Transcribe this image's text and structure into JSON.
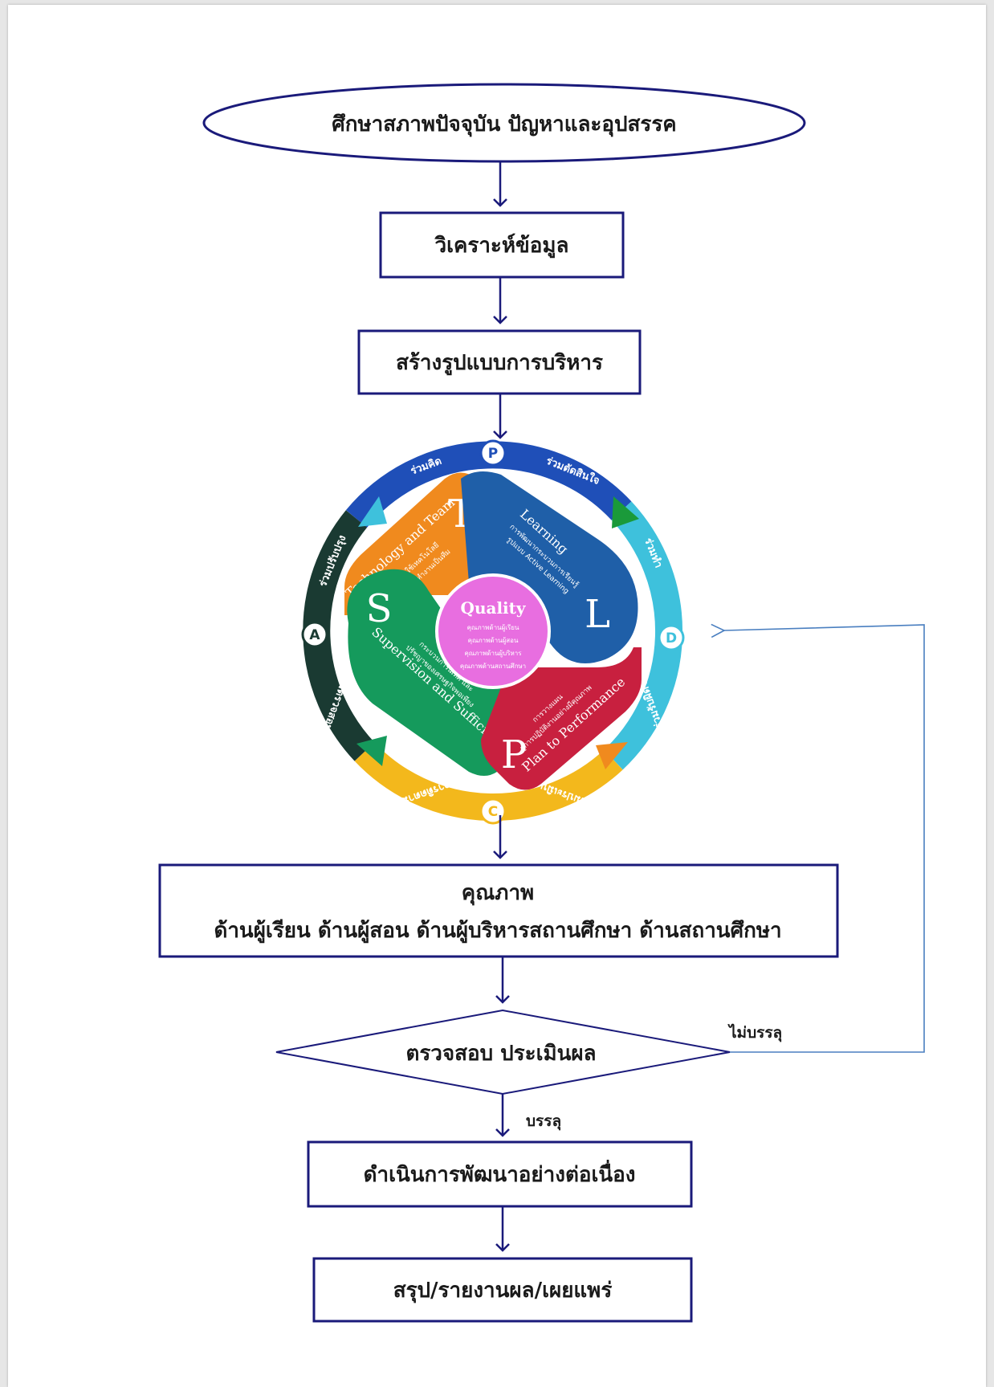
{
  "steps": {
    "start": "ศึกษาสภาพปัจจุบัน ปัญหาและอุปสรรค",
    "analyze": "วิเคราะห์ข้อมูล",
    "build_model": "สร้างรูปแบบการบริหาร",
    "quality_title": "คุณภาพ",
    "quality_detail": "ด้านผู้เรียน  ด้านผู้สอน  ด้านผู้บริหารสถานศึกษา  ด้านสถานศึกษา",
    "evaluate": "ตรวจสอบ ประเมินผล",
    "develop": "ดำเนินการพัฒนาอย่างต่อเนื่อง",
    "report": "สรุป/รายงานผล/เผยแพร่"
  },
  "branches": {
    "fail": "ไม่บรรลุ",
    "pass": "บรรลุ"
  },
  "model": {
    "badges": {
      "p": "P",
      "d": "D",
      "c": "C",
      "a": "A"
    },
    "ring": {
      "think": "ร่วมคิด",
      "decide": "ร่วมตัดสินใจ",
      "do": "ร่วมทำ",
      "benefit": "ร่วมรับผิดชอบ",
      "evaluate": "ร่วมประเมิน",
      "monitor": "การติดตามผล",
      "improve": "ร่วมปรับปรุง",
      "check": "ร่วมตรวจสอบ"
    },
    "petals": {
      "t": {
        "letter": "T",
        "title": "Technology and Team",
        "sub1": "การใช้เทคโนโลยี",
        "sub2": "ในการทำงานเป็นทีม"
      },
      "l": {
        "letter": "L",
        "title": "Learning",
        "sub1": "การพัฒนากระบวนการเรียนรู้",
        "sub2": "รูปแบบ Active Learning"
      },
      "s": {
        "letter": "S",
        "title": "Supervision and Sufficiency",
        "sub1": "กระบวนการนิเทศ และ",
        "sub2": "ปรัชญาของเศรษฐกิจพอเพียง"
      },
      "p": {
        "letter": "P",
        "title": "Plan to Performance",
        "sub1": "การวางแผน",
        "sub2": "สู่การปฏิบัติงานอย่างมีคุณภาพ"
      }
    },
    "center": {
      "title": "Quality",
      "lines": [
        "คุณภาพด้านผู้เรียน",
        "คุณภาพด้านผู้สอน",
        "คุณภาพด้านผู้บริหาร",
        "คุณภาพด้านสถานศึกษา"
      ]
    }
  },
  "colors": {
    "navy": "#1a1a7a",
    "arrow": "#1a1a7a",
    "feedback": "#4a7fc0",
    "orange": "#f08a1e",
    "blue": "#1f5fa8",
    "green": "#159a5c",
    "red": "#c8203f",
    "pink": "#e86ee0",
    "ring_blue": "#1f4fb8",
    "ring_cyan": "#3ec1dc",
    "ring_yellow": "#f3b81c",
    "ring_dark": "#1a3a32"
  }
}
